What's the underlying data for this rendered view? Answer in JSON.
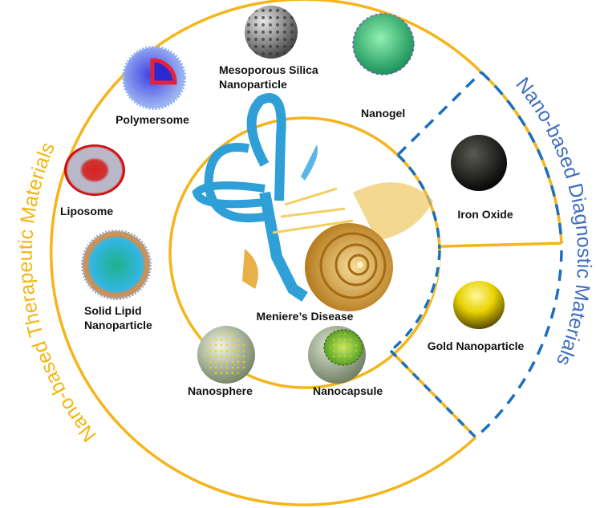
{
  "colors": {
    "ring": "#f5b41a",
    "dash": "#1b6fbf",
    "therapeutic_text": "#f2b612",
    "diagnostic_text": "#3f6fc0"
  },
  "center": {
    "label": "Meniere’s Disease"
  },
  "groups": {
    "therapeutic": "Nano-based Therapeutic Materials",
    "diagnostic": "Nano-based Diagnostic Materials"
  },
  "therapeutic_items": {
    "mesoporous_1": "Mesoporous Silica",
    "mesoporous_2": "Nanoparticle",
    "nanogel": "Nanogel",
    "polymersome": "Polymersome",
    "liposome": "Liposome",
    "sln_1": "Solid Lipid",
    "sln_2": "Nanoparticle",
    "nanosphere": "Nanosphere",
    "nanocapsule": "Nanocapsule"
  },
  "diagnostic_items": {
    "iron_oxide": "Iron Oxide",
    "gold": "Gold Nanoparticle"
  }
}
